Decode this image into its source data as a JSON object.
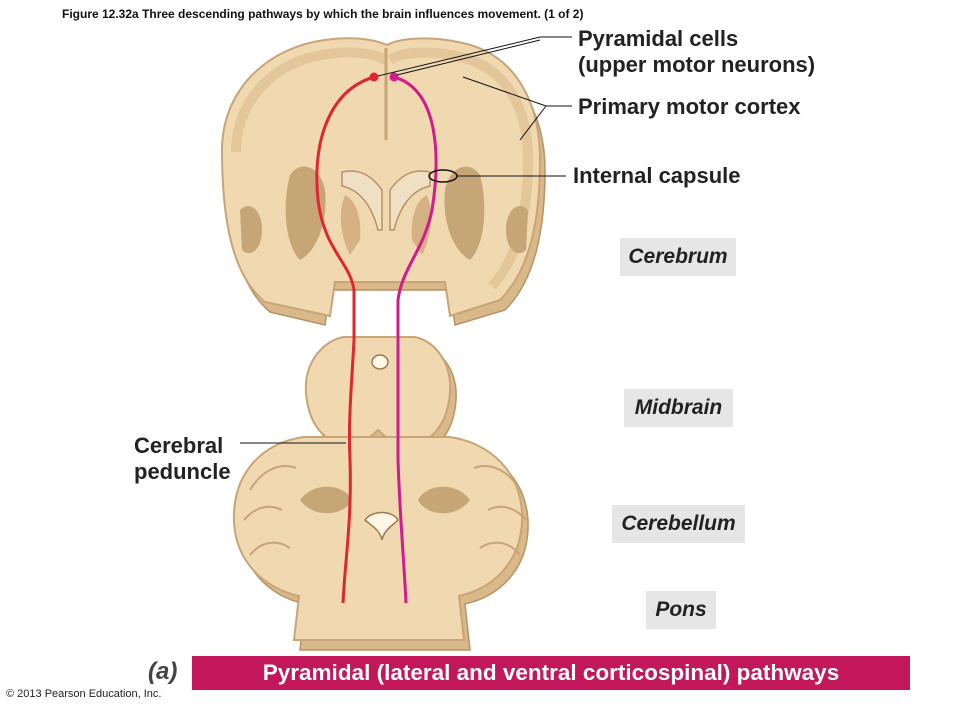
{
  "figure": {
    "caption": "Figure 12.32a  Three descending pathways by which the brain influences movement. (1 of 2)",
    "panel_letter": "(a)",
    "panel_title": "Pyramidal (lateral and ventral corticospinal) pathways",
    "copyright": "© 2013 Pearson Education, Inc."
  },
  "labels": {
    "pyramidal_cells_line1": "Pyramidal cells",
    "pyramidal_cells_line2": "(upper motor neurons)",
    "primary_motor_cortex": "Primary motor cortex",
    "internal_capsule": "Internal capsule",
    "cerebral_peduncle_line1": "Cerebral",
    "cerebral_peduncle_line2": "peduncle"
  },
  "regions": {
    "cerebrum": "Cerebrum",
    "midbrain": "Midbrain",
    "cerebellum": "Cerebellum",
    "pons": "Pons"
  },
  "colors": {
    "tissue": "#f0d9b0",
    "tissue_edge": "#c9a476",
    "deep_tissue": "#c6a577",
    "pathway_left": "#e0262f",
    "pathway_right": "#d11b8e",
    "banner": "#c2185b",
    "region_box": "#e6e6e6"
  }
}
